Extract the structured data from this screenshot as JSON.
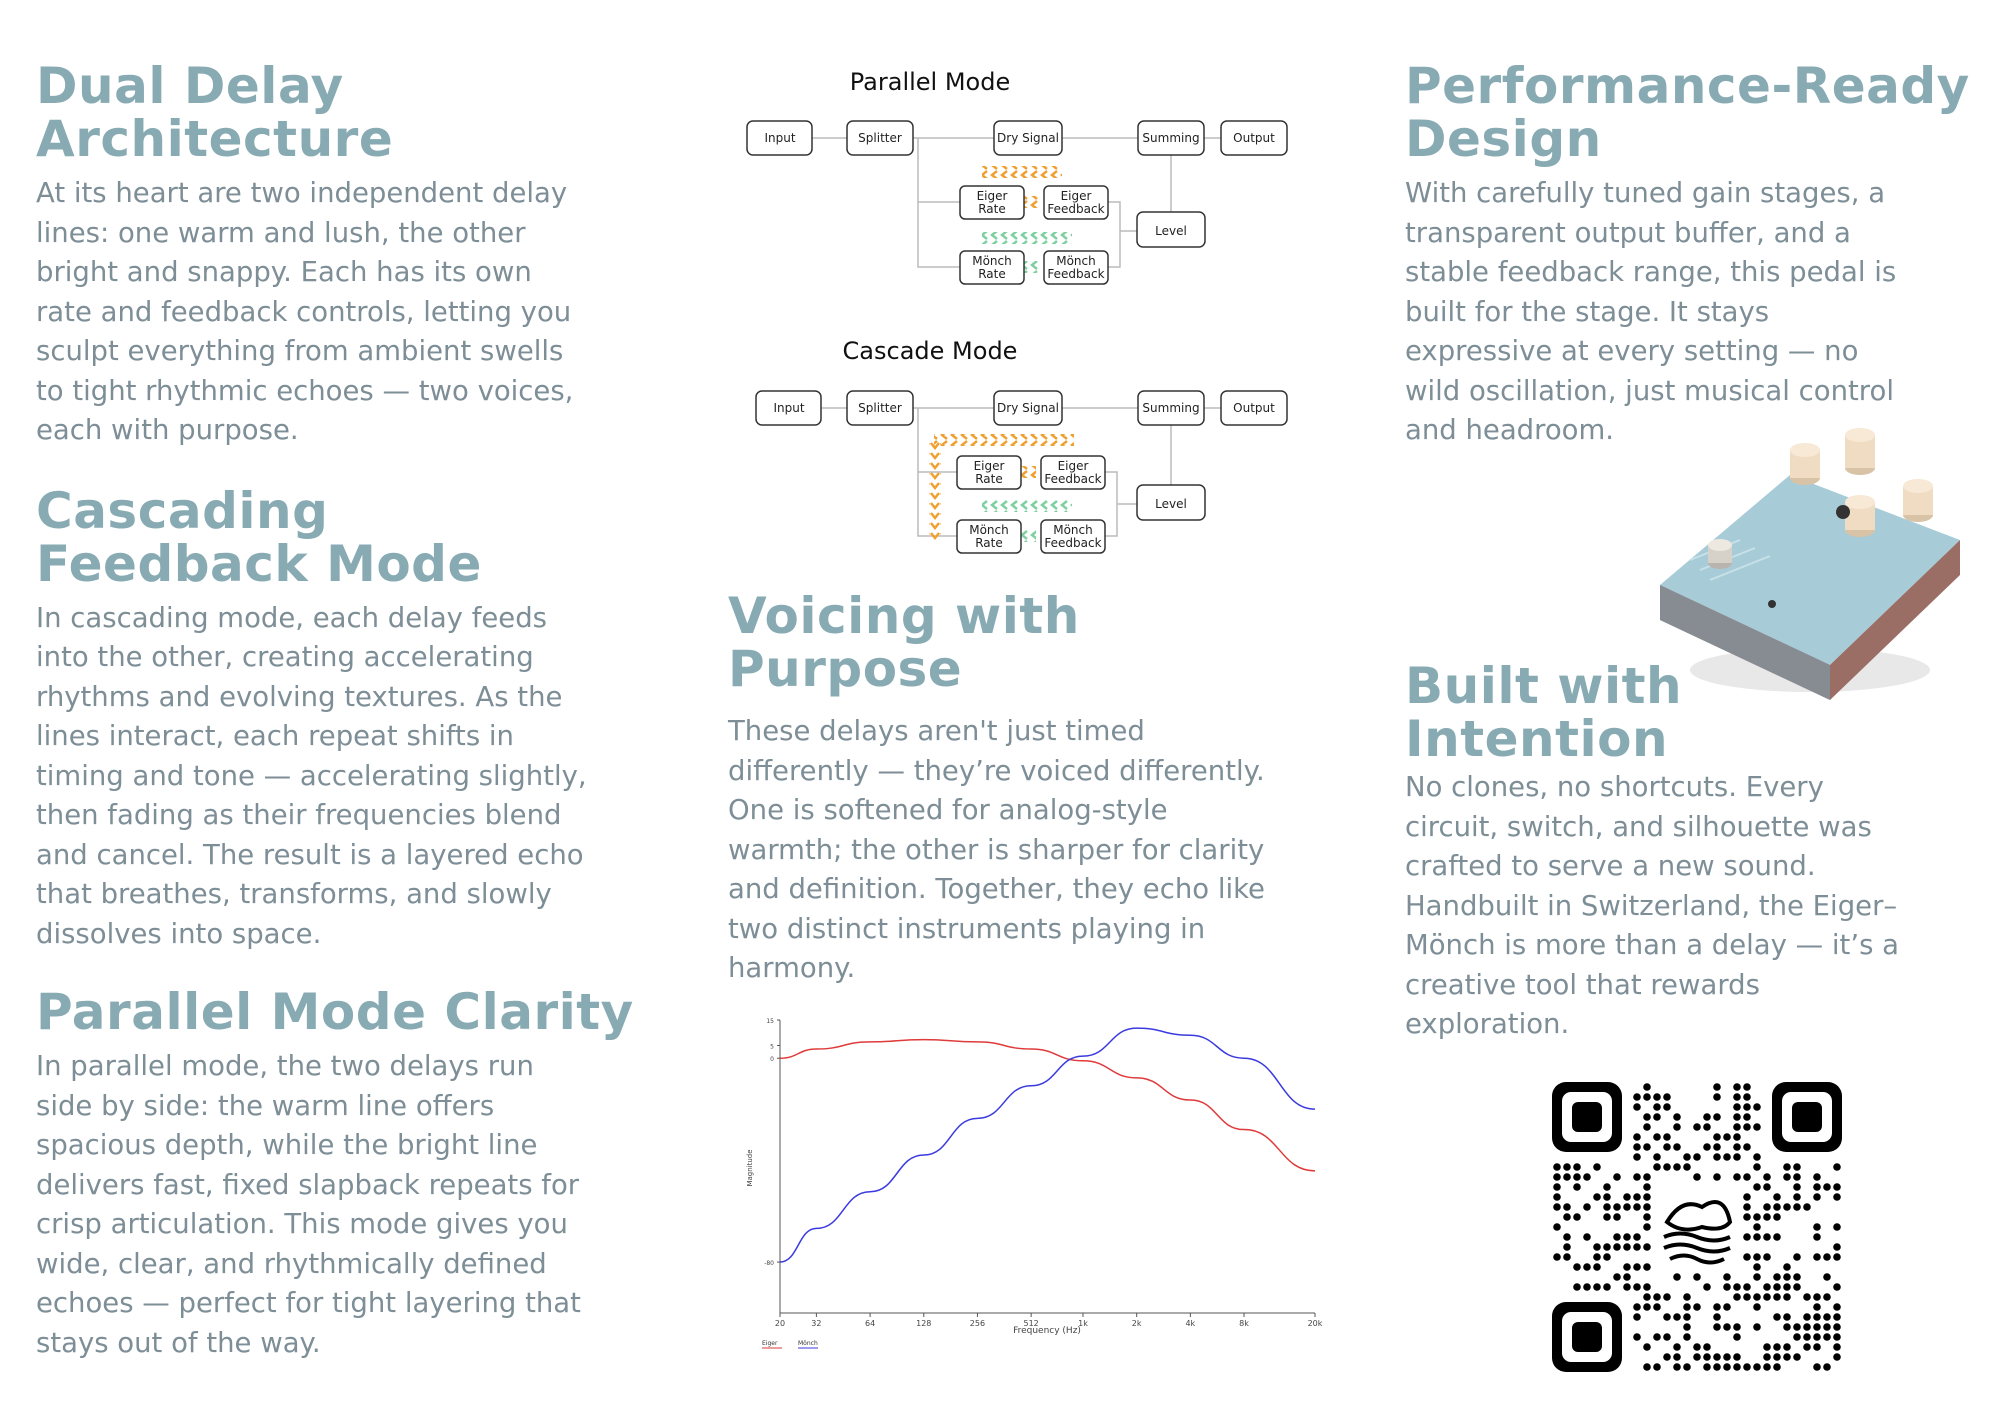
{
  "left": {
    "s1": {
      "title": [
        "Dual Delay",
        "Architecture"
      ],
      "body": [
        "At its heart are two independent delay",
        "lines: one warm and lush, the other",
        "bright and snappy. Each has its own",
        "rate and feedback controls, letting you",
        "sculpt everything from ambient swells",
        "to tight rhythmic echoes — two voices,",
        "each with purpose."
      ]
    },
    "s2": {
      "title": [
        "Cascading",
        "Feedback Mode"
      ],
      "body": [
        "In cascading mode, each delay feeds",
        "into the other, creating accelerating",
        "rhythms and evolving textures. As the",
        "lines interact, each repeat shifts in",
        "timing and tone — accelerating slightly,",
        "then fading as their frequencies blend",
        "and cancel. The result is a layered echo",
        "that breathes, transforms, and slowly",
        "dissolves into space."
      ]
    },
    "s3": {
      "title": [
        "Parallel Mode Clarity"
      ],
      "body": [
        "In parallel mode, the two delays run",
        "side by side: the warm line offers",
        "spacious depth, while the bright line",
        "delivers fast, fixed slapback repeats for",
        "crisp articulation. This mode gives you",
        "wide, clear, and rhythmically defined",
        "echoes — perfect for tight layering that",
        "stays out of the way."
      ]
    }
  },
  "middle": {
    "parallel_title": "Parallel Mode",
    "cascade_title": "Cascade Mode",
    "nodes": {
      "input": "Input",
      "splitter": "Splitter",
      "dry": "Dry Signal",
      "summing": "Summing",
      "output": "Output",
      "level": "Level",
      "eiger_rate": [
        "Eiger",
        "Rate"
      ],
      "eiger_feedback": [
        "Eiger",
        "Feedback"
      ],
      "monch_rate": [
        "Mönch",
        "Rate"
      ],
      "monch_feedback": [
        "Mönch",
        "Feedback"
      ]
    },
    "s4": {
      "title": [
        "Voicing with",
        "Purpose"
      ],
      "body": [
        "These delays aren't just timed",
        "differently — they’re voiced differently.",
        "One is softened for analog-style",
        "warmth; the other is sharper for clarity",
        "and definition. Together, they echo like",
        "two distinct instruments playing in",
        "harmony."
      ]
    }
  },
  "chart_data": {
    "type": "line",
    "xlabel": "Frequency (Hz)",
    "ylabel": "Magnitude",
    "x_scale": "log",
    "x_ticks": [
      "20",
      "32",
      "64",
      "128",
      "256",
      "512",
      "1k",
      "2k",
      "4k",
      "8k",
      "20k"
    ],
    "y_ticks": [
      "15",
      "5",
      "0",
      "-80"
    ],
    "x": [
      20,
      32,
      64,
      128,
      256,
      512,
      1000,
      2000,
      4000,
      8000,
      20000
    ],
    "series": [
      {
        "name": "Eiger",
        "color": "#e03a3a",
        "values": [
          0,
          3.6,
          6.4,
          7.3,
          6.4,
          3.6,
          -1,
          -7.7,
          -16.4,
          -28,
          -44.2
        ]
      },
      {
        "name": "Mönch",
        "color": "#3a3ae0",
        "values": [
          -80,
          -66.8,
          -52.4,
          -38,
          -23.6,
          -10.8,
          0.8,
          11.8,
          9,
          0,
          -20
        ]
      }
    ],
    "grid": false,
    "legend": "bottom-left"
  },
  "right": {
    "s5": {
      "title": [
        "Performance-Ready",
        "Design"
      ],
      "body": [
        "With carefully tuned gain stages, a",
        "transparent output buffer, and a",
        "stable feedback range, this pedal is",
        "built for the stage. It stays",
        "expressive at every setting — no",
        "wild oscillation, just musical control",
        "and headroom."
      ]
    },
    "s6": {
      "title": [
        "Built with",
        "Intention"
      ],
      "body": [
        "No clones, no shortcuts. Every",
        "circuit, switch, and silhouette was",
        "crafted to serve a new sound.",
        "Handbuilt in Switzerland, the Eiger–",
        "Mönch is more than a delay — it’s a",
        "creative tool that rewards",
        "exploration."
      ]
    }
  },
  "colors": {
    "heading": "#87aab3",
    "body": "#7d8e97",
    "pedal": "#9dc4d2",
    "knob": "#f0dcc2"
  },
  "icons": {
    "pedal": "guitar-pedal-image",
    "qr": "qr-code"
  }
}
